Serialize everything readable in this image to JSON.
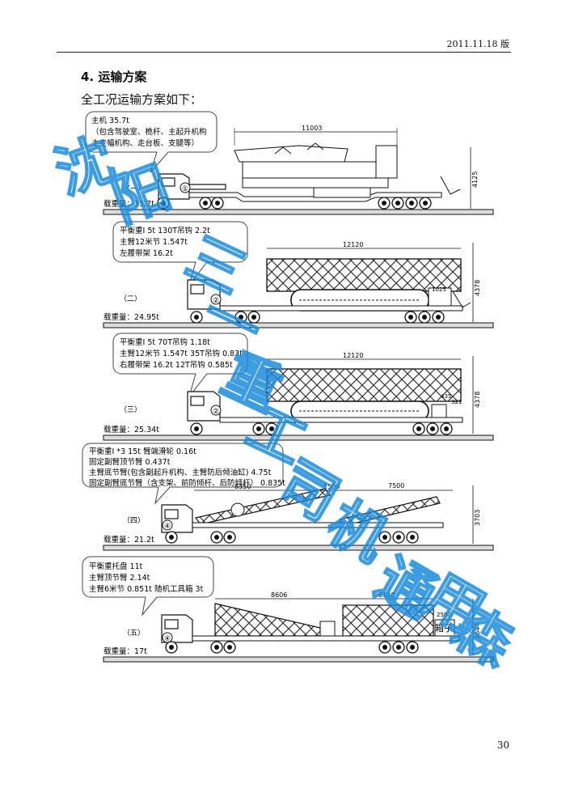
{
  "header": {
    "version": "2011.11.18 版"
  },
  "section": {
    "title": "4. 运输方案",
    "intro": "全工况运输方案如下："
  },
  "page_number": "30",
  "cases": [
    {
      "callout": [
        "主机 35.7t",
        "（包含驾驶室、桅杆、主起升机构",
        "主变幅机构、走台板、支腿等）"
      ],
      "label": "（一）",
      "circle": "①",
      "load": "载重量：35.7t",
      "dims": {
        "length": "11003",
        "height": "4125"
      }
    },
    {
      "callout": [
        "平衡重Ⅰ 5t   130T吊钩  2.2t",
        "主臂12米节 1.547t",
        "左履带架 16.2t"
      ],
      "label": "（二）",
      "circle": "②",
      "load": "载重量：24.95t",
      "dims": {
        "length": "12120",
        "height": "4378",
        "small": "1025"
      }
    },
    {
      "callout": [
        "平衡重Ⅰ 5t        70T吊钩  1.18t",
        "主臂12米节 1.547t  35T吊钩  0.83t",
        "右履带架 16.2t    12T吊钩  0.585t"
      ],
      "label": "（三）",
      "circle": "②",
      "load": "载重量：25.34t",
      "dims": {
        "length": "12120",
        "height": "4378",
        "small_a": "435",
        "small_b": "321"
      }
    },
    {
      "callout": [
        "平衡重Ⅰ *3  15t    臂端滑轮 0.16t",
        "固定副臂顶节臂 0.437t",
        "主臂底节臂(包含副起升机构、主臂防后倾油缸) 4.75t",
        "固定副臂底节臂（含支架、前防倾杆、后防倾杆） 0.835t"
      ],
      "label": "（四）",
      "circle": "④",
      "load": "载重量：21.2t",
      "dims": {
        "length_a": "8350",
        "length_b": "1500",
        "length_c": "7500",
        "height": "3703"
      }
    },
    {
      "callout": [
        "平衡重托盘   11t",
        "主臂顶节臂   2.14t",
        "主臂6米节  0.851t  随机工具箱 3t"
      ],
      "label": "（五）",
      "circle": "④",
      "load": "载重量：17t",
      "dims": {
        "length_a": "8606",
        "length_b": "6120",
        "small": "2500",
        "height": "3644"
      },
      "box_label": "箱子"
    }
  ],
  "watermark": [
    "沈",
    "阳",
    "三",
    "一",
    "重",
    "工",
    "司",
    "机",
    "通",
    "用",
    "森"
  ]
}
